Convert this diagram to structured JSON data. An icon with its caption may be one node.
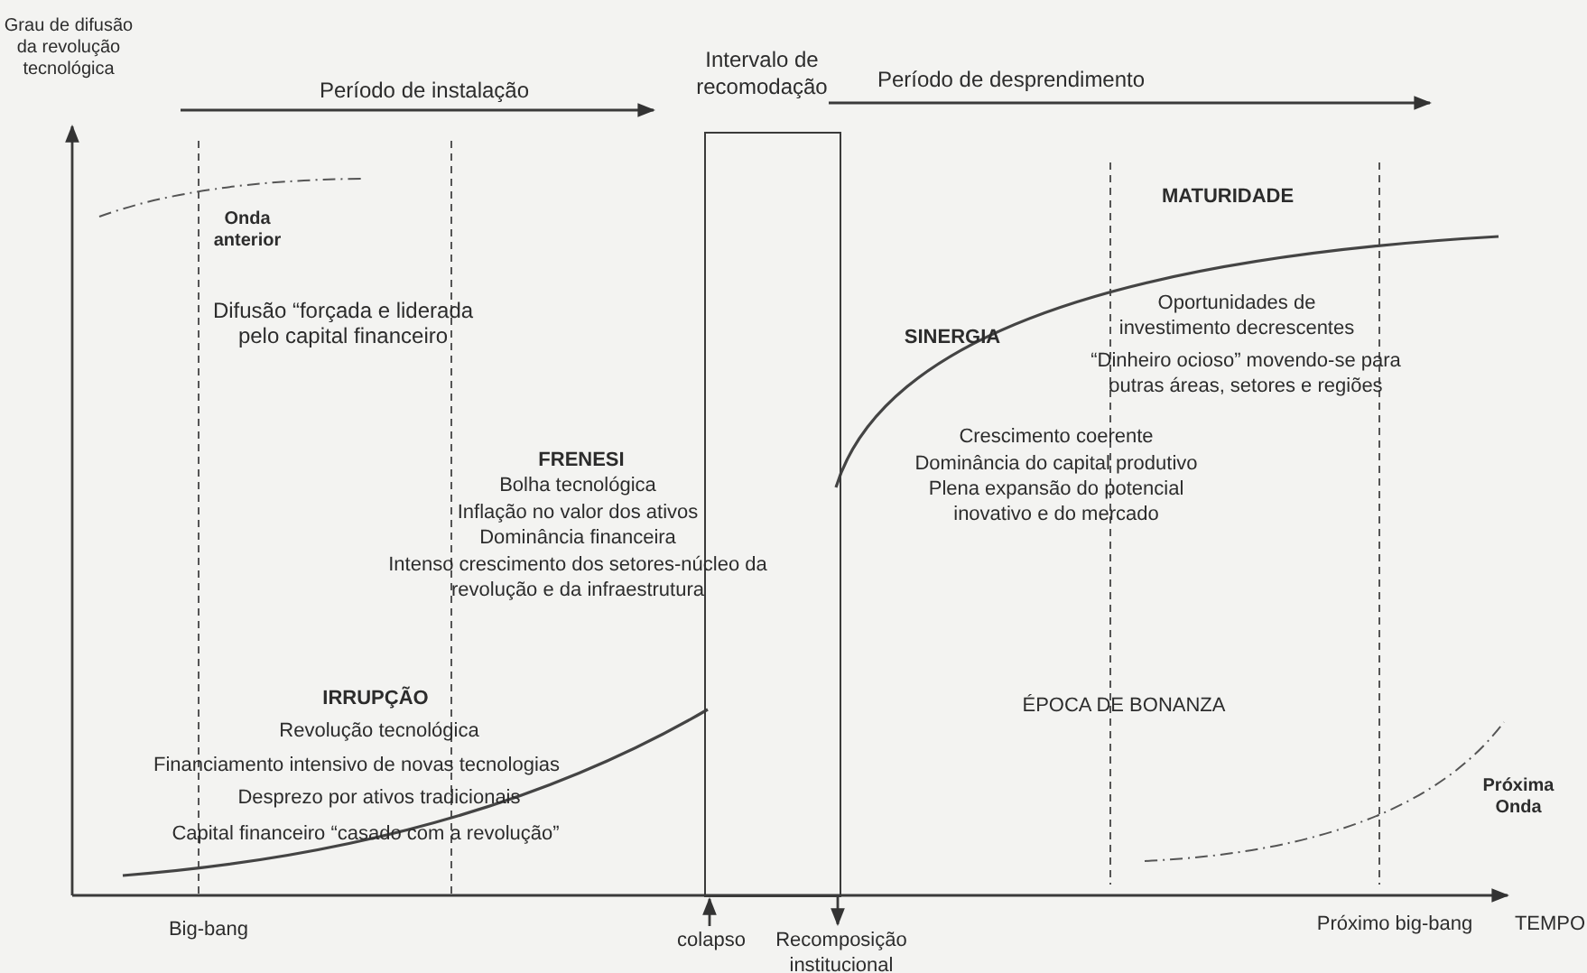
{
  "diagram": {
    "nodes": [
      {
        "text": [
          "Intervalo de recomodação"
        ]
      },
      {
        "text": [
          "colapso"
        ]
      },
      {
        "text": [
          "Recomposição institucional"
        ]
      }
    ],
    "edges": [
      {
        "from": 1,
        "to": 0,
        "arrow": "to"
      },
      {
        "from": 0,
        "to": 2,
        "arrow": "to"
      }
    ],
    "labels": [
      "Grau de difusão da revolução tecnológica",
      "Período de instalação",
      "Período de desprendimento",
      "Onda anterior",
      "Difusão “forçada e liderada pelo capital financeiro",
      "MATURIDADE",
      "SINERGIA",
      "Oportunidades de investimento decrescentes",
      "“Dinheiro ocioso” movendo-se para outras áreas, setores e regiões",
      "FRENESI",
      "Bolha tecnológica",
      "Inflação no valor dos ativos",
      "Dominância financeira",
      "Intenso crescimento dos setores-núcleo da revolução e da infraestrutura",
      "Crescimento coerente",
      "Dominância do capital produtivo",
      "Plena expansão do potencial inovativo e do mercado",
      "IRRUPÇÃO",
      "Revolução tecnológica",
      "Financiamento intensivo de novas tecnologias",
      "Desprezo por ativos tradicionais",
      "Capital financeiro “casado com a revolução”",
      "ÉPOCA DE BONANZA",
      "Próxima Onda",
      "Big-bang",
      "Próximo big-bang",
      "TEMPO"
    ]
  }
}
